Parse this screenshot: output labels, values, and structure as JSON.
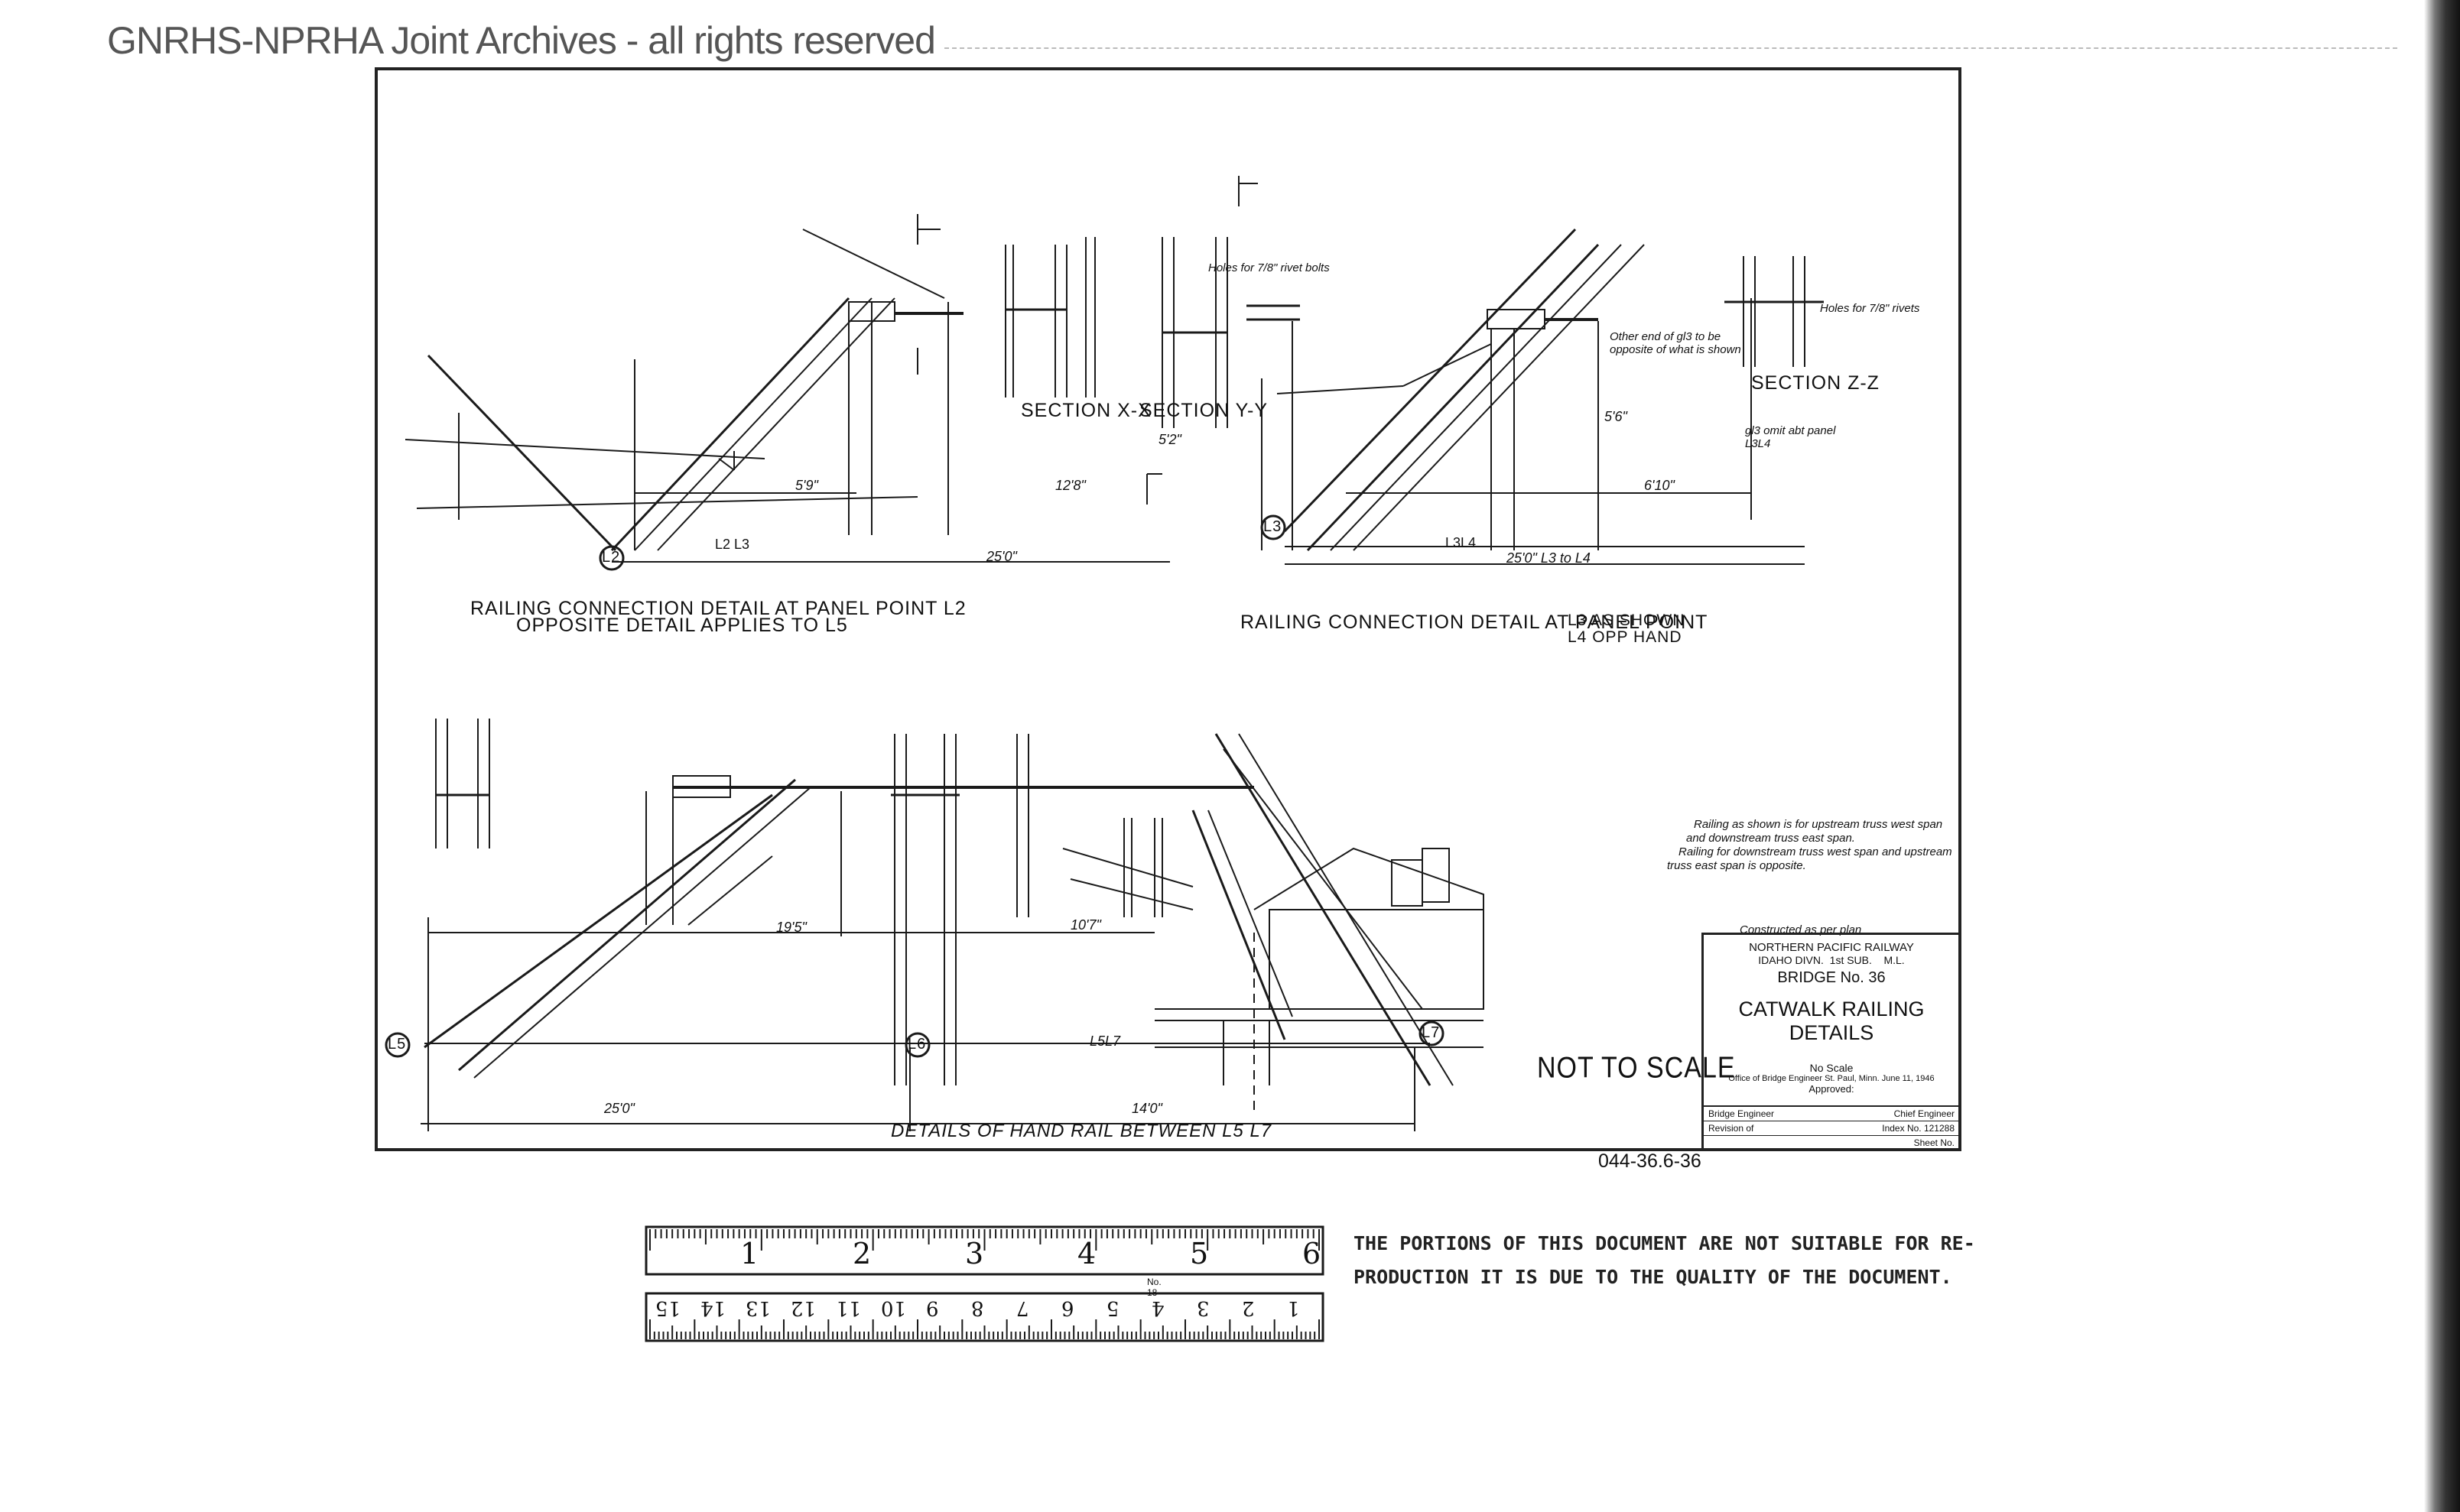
{
  "watermark": "GNRHS-NPRHA Joint Archives - all rights reserved",
  "captions": {
    "top_left": "Railing Connection Detail at Panel Point L2",
    "top_left_sub": "Opposite Detail Applies to L5",
    "top_right": "Railing Connection Detail at Panel Point",
    "top_right_pp1": "L3 as shown",
    "top_right_pp2": "L4 opp hand",
    "bottom": "Details of Hand Rail between L5 L7"
  },
  "sections": {
    "xx": "Section X-X",
    "yy": "Section Y-Y",
    "zz": "Section Z-Z"
  },
  "panel_points": [
    "L2",
    "L3",
    "L5",
    "L6",
    "L7"
  ],
  "dimensions": {
    "d1": "25'0\"",
    "d2": "25'0\" L3 to L4",
    "d3": "25'0\"",
    "d4": "14'0\"",
    "d5": "12'8\"",
    "d6": "6'10\"",
    "d7": "10'7\"",
    "d8": "19'5\"",
    "d9": "5'9\"",
    "d10": "5'2\"",
    "d11": "5'6\""
  },
  "members": {
    "l2l3": "L2 L3",
    "l3l4": "L3L4",
    "l5l7": "L5L7"
  },
  "notes": {
    "holes_rivets": "Holes for 7/8\" rivets",
    "holes_bolts": "Holes for 7/8\" rivet bolts",
    "other_end": "Other end of gl3 to be opposite of what is shown",
    "plate": "gl3 omit abt panel L3L4",
    "railing_note_1": "Railing as shown is for upstream truss west span",
    "railing_note_2": "and downstream truss east span.",
    "railing_note_3": "Railing for downstream truss west span and upstream",
    "railing_note_4": "truss east span is opposite."
  },
  "title_block": {
    "constructed": "Constructed as per plan",
    "railway": "NORTHERN PACIFIC RAILWAY",
    "division": "IDAHO DIVN.",
    "sub": "1st SUB.",
    "ml": "M.L.",
    "bridge": "BRIDGE No. 36",
    "title1": "CATWALK RAILING",
    "title2": "DETAILS",
    "scale": "No Scale",
    "office": "Office of Bridge Engineer  St. Paul, Minn. June 11, 1946",
    "approved": "Approved:",
    "bridge_engineer": "Bridge Engineer",
    "chief_engineer": "Chief Engineer",
    "revision": "Revision of",
    "index": "Index No. 121288",
    "sheet": "Sheet No."
  },
  "not_to_scale": "NOT TO SCALE",
  "drawing_number": "044-36.6-36",
  "notice_line1": "THE PORTIONS OF THIS DOCUMENT ARE NOT SUITABLE FOR RE-",
  "notice_line2": "PRODUCTION IT IS DUE TO THE QUALITY OF THE DOCUMENT.",
  "ruler_top": [
    "1",
    "2",
    "3",
    "4",
    "5",
    "6"
  ],
  "ruler_bottom": [
    "15",
    "14",
    "13",
    "12",
    "11",
    "10",
    "9",
    "8",
    "7",
    "6",
    "5",
    "4",
    "3",
    "2",
    "1"
  ],
  "ruler_label": "No. 18"
}
